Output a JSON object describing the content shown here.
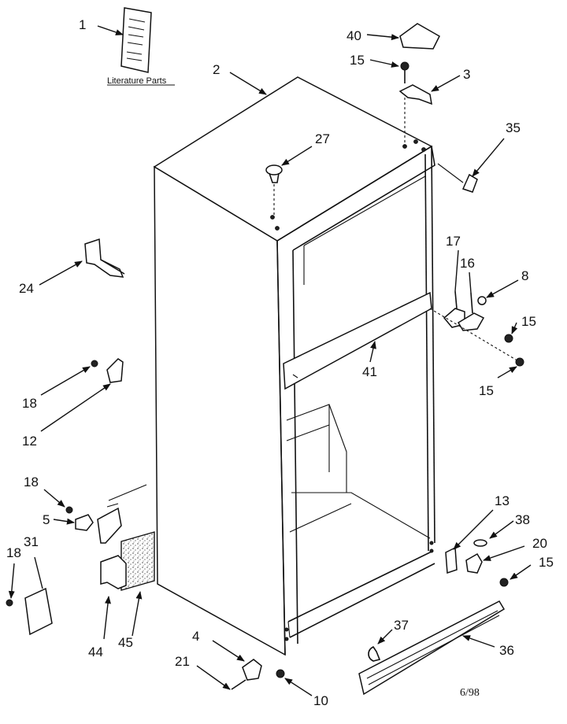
{
  "diagram": {
    "literature_label": "Literature Parts",
    "date_code": "6/98",
    "callouts": {
      "c1": "1",
      "c2": "2",
      "c3": "3",
      "c4": "4",
      "c5": "5",
      "c8": "8",
      "c10": "10",
      "c12": "12",
      "c13": "13",
      "c15a": "15",
      "c15b": "15",
      "c15c": "15",
      "c15d": "15",
      "c16": "16",
      "c17": "17",
      "c18a": "18",
      "c18b": "18",
      "c18c": "18",
      "c20": "20",
      "c21": "21",
      "c24": "24",
      "c27": "27",
      "c31": "31",
      "c35": "35",
      "c36": "36",
      "c37": "37",
      "c38": "38",
      "c40": "40",
      "c41": "41",
      "c44": "44",
      "c45": "45"
    }
  }
}
